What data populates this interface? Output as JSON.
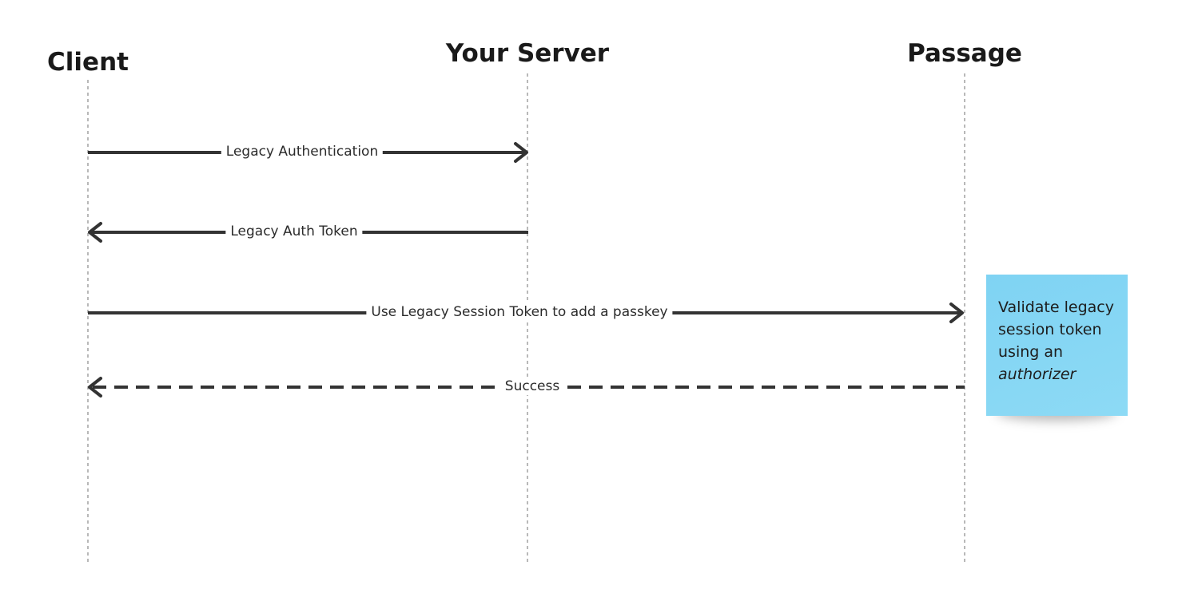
{
  "actors": {
    "client": "Client",
    "server": "Your Server",
    "passage": "Passage"
  },
  "messages": [
    {
      "label": "Legacy Authentication",
      "from": "client",
      "to": "server",
      "style": "solid"
    },
    {
      "label": "Legacy Auth Token",
      "from": "server",
      "to": "client",
      "style": "solid"
    },
    {
      "label": "Use Legacy Session Token to add a passkey",
      "from": "client",
      "to": "passage",
      "style": "solid"
    },
    {
      "label": "Success",
      "from": "passage",
      "to": "client",
      "style": "dashed"
    }
  ],
  "note": {
    "text": "Validate legacy session token using an",
    "emphasis": "authorizer",
    "color": "#85d6f4"
  },
  "colors": {
    "arrow": "#333333",
    "lifeline": "#8a8a8a"
  }
}
